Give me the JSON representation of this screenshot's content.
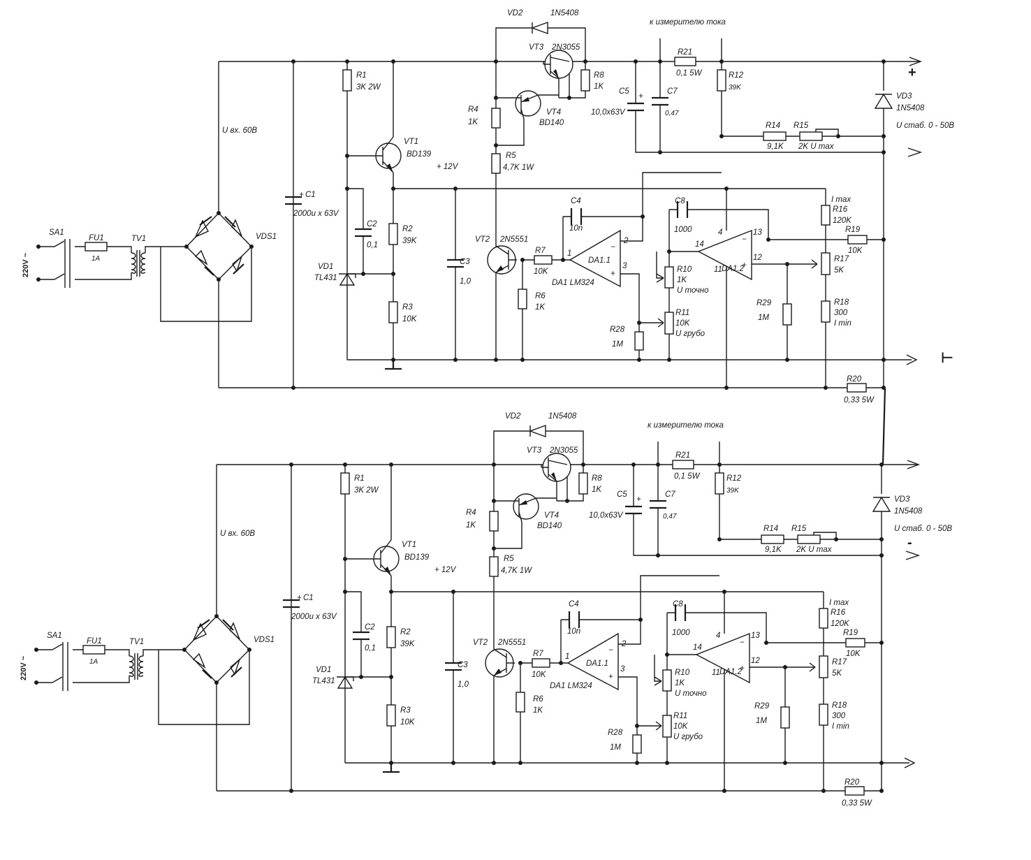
{
  "units": [
    {
      "id": "upper",
      "output_sign": "+",
      "labels": {
        "sa1": "SA1",
        "fu1": "FU1",
        "fu1_val": "1A",
        "tv1": "TV1",
        "mains": "220V ~",
        "vds1": "VDS1",
        "uin": "U вх. 60В",
        "c1": "C1",
        "c1_plus": "+",
        "c1_val": "2000u x 63V",
        "r1": "R1",
        "r1_val": "3K 2W",
        "c2": "C2",
        "c2_val": "0,1",
        "vd1": "VD1",
        "vd1_val": "TL431",
        "r2": "R2",
        "r2_val": "39K",
        "r3": "R3",
        "r3_val": "10K",
        "vt1": "VT1",
        "vt1_val": "BD139",
        "plus12": "+ 12V",
        "c3": "C3",
        "c3_val": "1,0",
        "vd2": "VD2",
        "vd2_val": "1N5408",
        "vt3": "VT3",
        "vt3_val": "2N3055",
        "r8": "R8",
        "r8_val": "1K",
        "r4": "R4",
        "r4_val": "1K",
        "vt4": "VT4",
        "vt4_val": "BD140",
        "r5": "R5",
        "r5_val": "4,7K 1W",
        "vt2": "VT2",
        "vt2_val": "2N5551",
        "r7": "R7",
        "r7_val": "10K",
        "r6": "R6",
        "r6_val": "1K",
        "c4": "C4",
        "c4_val": "10n",
        "da11": "DA1.1",
        "da1": "DA1 LM324",
        "pin1": "1",
        "pin2": "2",
        "pin3": "3",
        "minus": "−",
        "plus": "+",
        "meter": "к измерителю тока",
        "r21": "R21",
        "r21_val": "0,1 5W",
        "c5": "C5",
        "c5_plus": "+",
        "c5_val": "10,0x63V",
        "c7": "C7",
        "c7_val": "0,47",
        "r12": "R12",
        "r12_val": "39K",
        "r14": "R14",
        "r14_val": "9,1K",
        "r15": "R15",
        "r15_val": "2K  U max",
        "vd3": "VD3",
        "vd3_val": "1N5408",
        "ustab": "U стаб. 0 - 50В",
        "c8": "C8",
        "c8_val": "1000",
        "da12": "DA1.2",
        "pin4": "4",
        "pin11": "11",
        "pin12": "12",
        "pin13": "13",
        "pin14": "14",
        "r10": "R10",
        "r10_val": "1K",
        "r10_note": "U точно",
        "r11": "R11",
        "r11_val": "10K",
        "r11_note": "U грубо",
        "r28": "R28",
        "r28_val": "1M",
        "r29": "R29",
        "r29_val": "1M",
        "imax": "I max",
        "r16": "R16",
        "r16_val": "120K",
        "r19": "R19",
        "r19_val": "10K",
        "r17": "R17",
        "r17_val": "5K",
        "r18": "R18",
        "r18_val": "300",
        "imin": "I min",
        "r20": "R20",
        "r20_val": "0,33 5W"
      }
    },
    {
      "id": "lower",
      "output_sign": "-",
      "labels": {
        "sa1": "SA1",
        "fu1": "FU1",
        "fu1_val": "1A",
        "tv1": "TV1",
        "mains": "220V ~",
        "vds1": "VDS1",
        "uin": "U вх. 60В",
        "c1": "C1",
        "c1_plus": "+",
        "c1_val": "2000u x 63V",
        "r1": "R1",
        "r1_val": "3K 2W",
        "c2": "C2",
        "c2_val": "0,1",
        "vd1": "VD1",
        "vd1_val": "TL431",
        "r2": "R2",
        "r2_val": "39K",
        "r3": "R3",
        "r3_val": "10K",
        "vt1": "VT1",
        "vt1_val": "BD139",
        "plus12": "+ 12V",
        "c3": "C3",
        "c3_val": "1,0",
        "vd2": "VD2",
        "vd2_val": "1N5408",
        "vt3": "VT3",
        "vt3_val": "2N3055",
        "r8": "R8",
        "r8_val": "1K",
        "r4": "R4",
        "r4_val": "1K",
        "vt4": "VT4",
        "vt4_val": "BD140",
        "r5": "R5",
        "r5_val": "4,7K 1W",
        "vt2": "VT2",
        "vt2_val": "2N5551",
        "r7": "R7",
        "r7_val": "10K",
        "r6": "R6",
        "r6_val": "1K",
        "c4": "C4",
        "c4_val": "10n",
        "da11": "DA1.1",
        "da1": "DA1 LM324",
        "pin1": "1",
        "pin2": "2",
        "pin3": "3",
        "minus": "−",
        "plus": "+",
        "meter": "к измерителю тока",
        "r21": "R21",
        "r21_val": "0,1 5W",
        "c5": "C5",
        "c5_plus": "+",
        "c5_val": "10,0x63V",
        "c7": "C7",
        "c7_val": "0,47",
        "r12": "R12",
        "r12_val": "39K",
        "r14": "R14",
        "r14_val": "9,1K",
        "r15": "R15",
        "r15_val": "2K  U max",
        "vd3": "VD3",
        "vd3_val": "1N5408",
        "ustab": "U стаб. 0 - 50В",
        "c8": "C8",
        "c8_val": "1000",
        "da12": "DA1.2",
        "pin4": "4",
        "pin11": "11",
        "pin12": "12",
        "pin13": "13",
        "pin14": "14",
        "r10": "R10",
        "r10_val": "1K",
        "r10_note": "U точно",
        "r11": "R11",
        "r11_val": "10K",
        "r11_note": "U грубо",
        "r28": "R28",
        "r28_val": "1M",
        "r29": "R29",
        "r29_val": "1M",
        "imax": "I max",
        "r16": "R16",
        "r16_val": "120K",
        "r19": "R19",
        "r19_val": "10K",
        "r17": "R17",
        "r17_val": "5K",
        "r18": "R18",
        "r18_val": "300",
        "imin": "I min",
        "r20": "R20",
        "r20_val": "0,33 5W"
      }
    }
  ],
  "common_output_label": "⊥"
}
